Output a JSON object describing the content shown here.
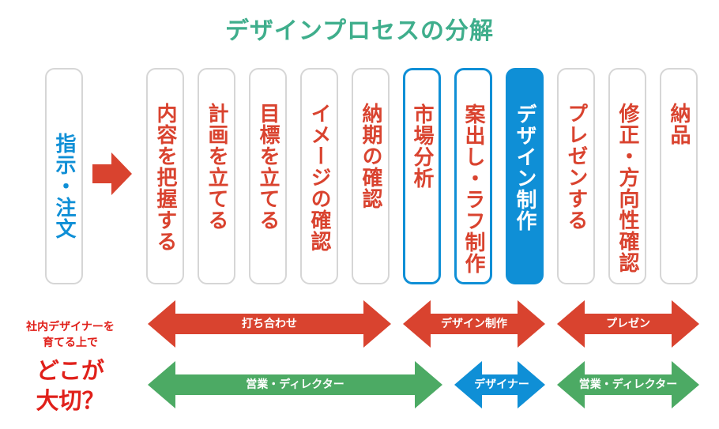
{
  "title": "デザインプロセスの分解",
  "order_card": "指示・注文",
  "steps": [
    {
      "label": "内容を把握する",
      "style": "plain"
    },
    {
      "label": "計画を立てる",
      "style": "plain"
    },
    {
      "label": "目標を立てる",
      "style": "plain"
    },
    {
      "label": "イメージの確認",
      "style": "plain"
    },
    {
      "label": "納期の確認",
      "style": "plain"
    },
    {
      "label": "市場分析",
      "style": "outline"
    },
    {
      "label": "案出し・ラフ制作",
      "style": "outline"
    },
    {
      "label": "デザイン制作",
      "style": "filled"
    },
    {
      "label": "プレゼンする",
      "style": "plain"
    },
    {
      "label": "修正・方向性確認",
      "style": "plain"
    },
    {
      "label": "納品",
      "style": "plain"
    }
  ],
  "phases": [
    {
      "label": "打ち合わせ"
    },
    {
      "label": "デザイン制作"
    },
    {
      "label": "プレゼン"
    }
  ],
  "roles": [
    {
      "label": "営業・ディレクター"
    },
    {
      "label": "デザイナー"
    },
    {
      "label": "営業・ディレクター"
    }
  ],
  "question": {
    "line1": "社内デザイナーを",
    "line2": "育てる上で",
    "line3": "どこが",
    "line4": "大切？"
  },
  "colors": {
    "red": "#d9432f",
    "green": "#4caa64",
    "blue": "#0f8fd6",
    "title": "#3fae8c"
  }
}
